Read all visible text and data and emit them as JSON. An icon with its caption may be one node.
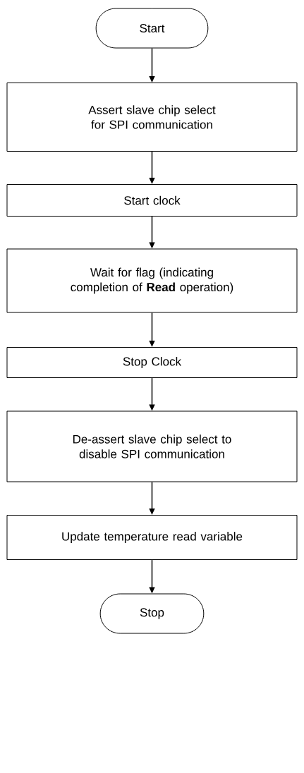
{
  "diagram": {
    "nodes": [
      {
        "text": [
          "Start"
        ]
      },
      {
        "text": [
          "Assert slave chip select for SPI communication"
        ]
      },
      {
        "text": [
          "Start clock"
        ]
      },
      {
        "text": [
          "Wait for flag (indicating completion of **Read** operation)"
        ]
      },
      {
        "text": [
          "Stop Clock"
        ]
      },
      {
        "text": [
          "De-assert slave chip select to disable SPI communication"
        ]
      },
      {
        "text": [
          "Update temperature read variable"
        ]
      },
      {
        "text": [
          "Stop"
        ]
      }
    ],
    "edges": [
      {
        "from": 0,
        "to": 1,
        "arrow": "to"
      },
      {
        "from": 1,
        "to": 2,
        "arrow": "to"
      },
      {
        "from": 2,
        "to": 3,
        "arrow": "to"
      },
      {
        "from": 3,
        "to": 4,
        "arrow": "to"
      },
      {
        "from": 4,
        "to": 5,
        "arrow": "to"
      },
      {
        "from": 5,
        "to": 6,
        "arrow": "to"
      },
      {
        "from": 6,
        "to": 7,
        "arrow": "to"
      }
    ]
  }
}
